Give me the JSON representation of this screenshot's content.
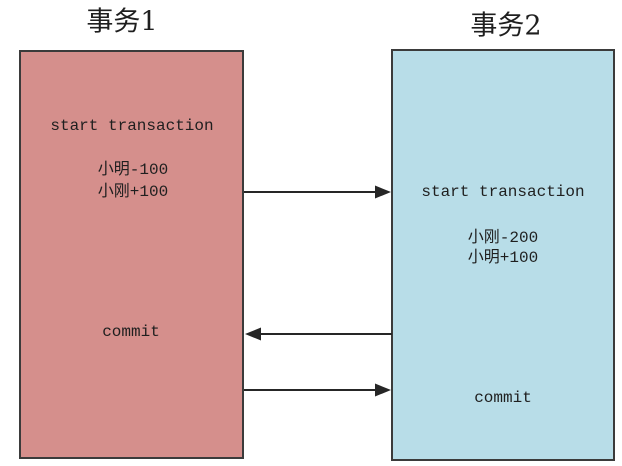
{
  "diagram": {
    "background": "#ffffff",
    "transaction1": {
      "title": "事务1",
      "fill": "#d58f8c",
      "steps": {
        "start": "start transaction",
        "op1": "小明-100",
        "op2": "小刚+100",
        "commit": "commit"
      }
    },
    "transaction2": {
      "title": "事务2",
      "fill": "#b8dde8",
      "steps": {
        "start": "start transaction",
        "op1": "小刚-200",
        "op2": "小明+100",
        "commit": "commit"
      }
    },
    "colors": {
      "box_border": "#3b3b3b",
      "arrow": "#262626",
      "text": "#1f1f1f"
    },
    "arrows": [
      {
        "name": "transaction1-to-transaction2-start",
        "from": "事务1",
        "to": "事务2",
        "direction": "right"
      },
      {
        "name": "transaction2-to-transaction1-commit",
        "from": "事务2",
        "to": "事务1",
        "direction": "left"
      },
      {
        "name": "transaction1-commit-to-transaction2",
        "from": "事务1",
        "to": "事务2",
        "direction": "right"
      }
    ]
  }
}
